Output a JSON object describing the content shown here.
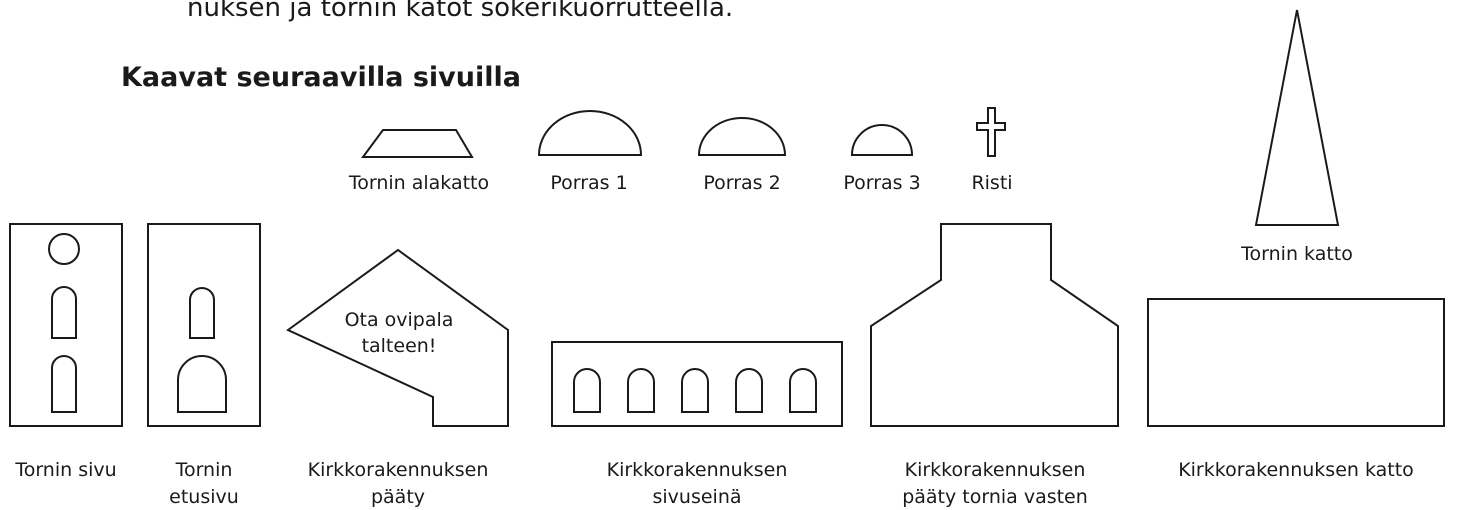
{
  "text": {
    "intro_line": "nuksen ja tornin katot sokerikuorrutteella.",
    "heading": "Kaavat seuraavilla sivuilla"
  },
  "labels": {
    "tornin_alakatto": "Tornin alakatto",
    "porras_1": "Porras 1",
    "porras_2": "Porras 2",
    "porras_3": "Porras 3",
    "risti": "Risti",
    "tornin_katto": "Tornin katto",
    "tornin_sivu": "Tornin sivu",
    "tornin_etusivu_1": "Tornin",
    "tornin_etusivu_2": "etusivu",
    "paaty_1": "Kirkkorakennuksen",
    "paaty_2": "pääty",
    "sivuseina_1": "Kirkkorakennuksen",
    "sivuseina_2": "sivuseinä",
    "paaty_tornia_1": "Kirkkorakennuksen",
    "paaty_tornia_2": "pääty tornia vasten",
    "katto": "Kirkkorakennuksen katto"
  },
  "annotations": {
    "door_note_1": "Ota ovipala",
    "door_note_2": "talteen!"
  },
  "colors": {
    "stroke": "#1a1a1a",
    "background": "#ffffff"
  }
}
